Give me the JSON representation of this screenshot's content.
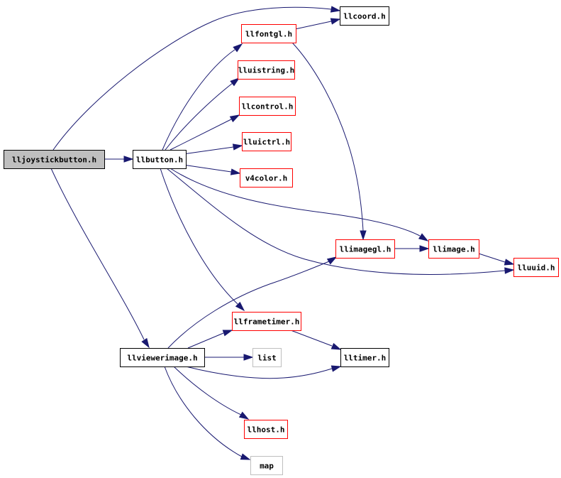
{
  "colors": {
    "edge": "#191970",
    "root_fill": "#bfbfbf",
    "root_border": "#000000",
    "documented_border": "#ff0000",
    "black_border": "#000000",
    "system_border": "#bfbfbf",
    "box_fill": "#ffffff"
  },
  "nodes": [
    {
      "id": "lljoystickbutton",
      "label": "lljoystickbutton.h",
      "style": "root"
    },
    {
      "id": "llbutton",
      "label": "llbutton.h",
      "style": "black"
    },
    {
      "id": "llviewerimage",
      "label": "llviewerimage.h",
      "style": "black"
    },
    {
      "id": "llcoord",
      "label": "llcoord.h",
      "style": "black"
    },
    {
      "id": "llfontgl",
      "label": "llfontgl.h",
      "style": "documented"
    },
    {
      "id": "lluistring",
      "label": "lluistring.h",
      "style": "documented"
    },
    {
      "id": "llcontrol",
      "label": "llcontrol.h",
      "style": "documented"
    },
    {
      "id": "lluictrl",
      "label": "lluictrl.h",
      "style": "documented"
    },
    {
      "id": "v4color",
      "label": "v4color.h",
      "style": "documented"
    },
    {
      "id": "llimagegl",
      "label": "llimagegl.h",
      "style": "documented"
    },
    {
      "id": "llimage",
      "label": "llimage.h",
      "style": "documented"
    },
    {
      "id": "lluuid",
      "label": "lluuid.h",
      "style": "documented"
    },
    {
      "id": "llframetimer",
      "label": "llframetimer.h",
      "style": "documented"
    },
    {
      "id": "lltimer",
      "label": "lltimer.h",
      "style": "black"
    },
    {
      "id": "list",
      "label": "list",
      "style": "system"
    },
    {
      "id": "llhost",
      "label": "llhost.h",
      "style": "documented"
    },
    {
      "id": "map",
      "label": "map",
      "style": "system"
    }
  ],
  "edges": [
    {
      "from": "lljoystickbutton",
      "to": "llcoord"
    },
    {
      "from": "lljoystickbutton",
      "to": "llbutton"
    },
    {
      "from": "lljoystickbutton",
      "to": "llviewerimage"
    },
    {
      "from": "llbutton",
      "to": "llfontgl"
    },
    {
      "from": "llbutton",
      "to": "lluistring"
    },
    {
      "from": "llbutton",
      "to": "llcontrol"
    },
    {
      "from": "llbutton",
      "to": "lluictrl"
    },
    {
      "from": "llbutton",
      "to": "v4color"
    },
    {
      "from": "llbutton",
      "to": "llimage"
    },
    {
      "from": "llbutton",
      "to": "lluuid"
    },
    {
      "from": "llbutton",
      "to": "llframetimer"
    },
    {
      "from": "llfontgl",
      "to": "llcoord"
    },
    {
      "from": "llfontgl",
      "to": "llimagegl"
    },
    {
      "from": "llimagegl",
      "to": "llimage"
    },
    {
      "from": "llimage",
      "to": "lluuid"
    },
    {
      "from": "llviewerimage",
      "to": "llimagegl"
    },
    {
      "from": "llviewerimage",
      "to": "llframetimer"
    },
    {
      "from": "llviewerimage",
      "to": "list"
    },
    {
      "from": "llviewerimage",
      "to": "lltimer"
    },
    {
      "from": "llviewerimage",
      "to": "llhost"
    },
    {
      "from": "llviewerimage",
      "to": "map"
    },
    {
      "from": "llframetimer",
      "to": "lltimer"
    }
  ]
}
